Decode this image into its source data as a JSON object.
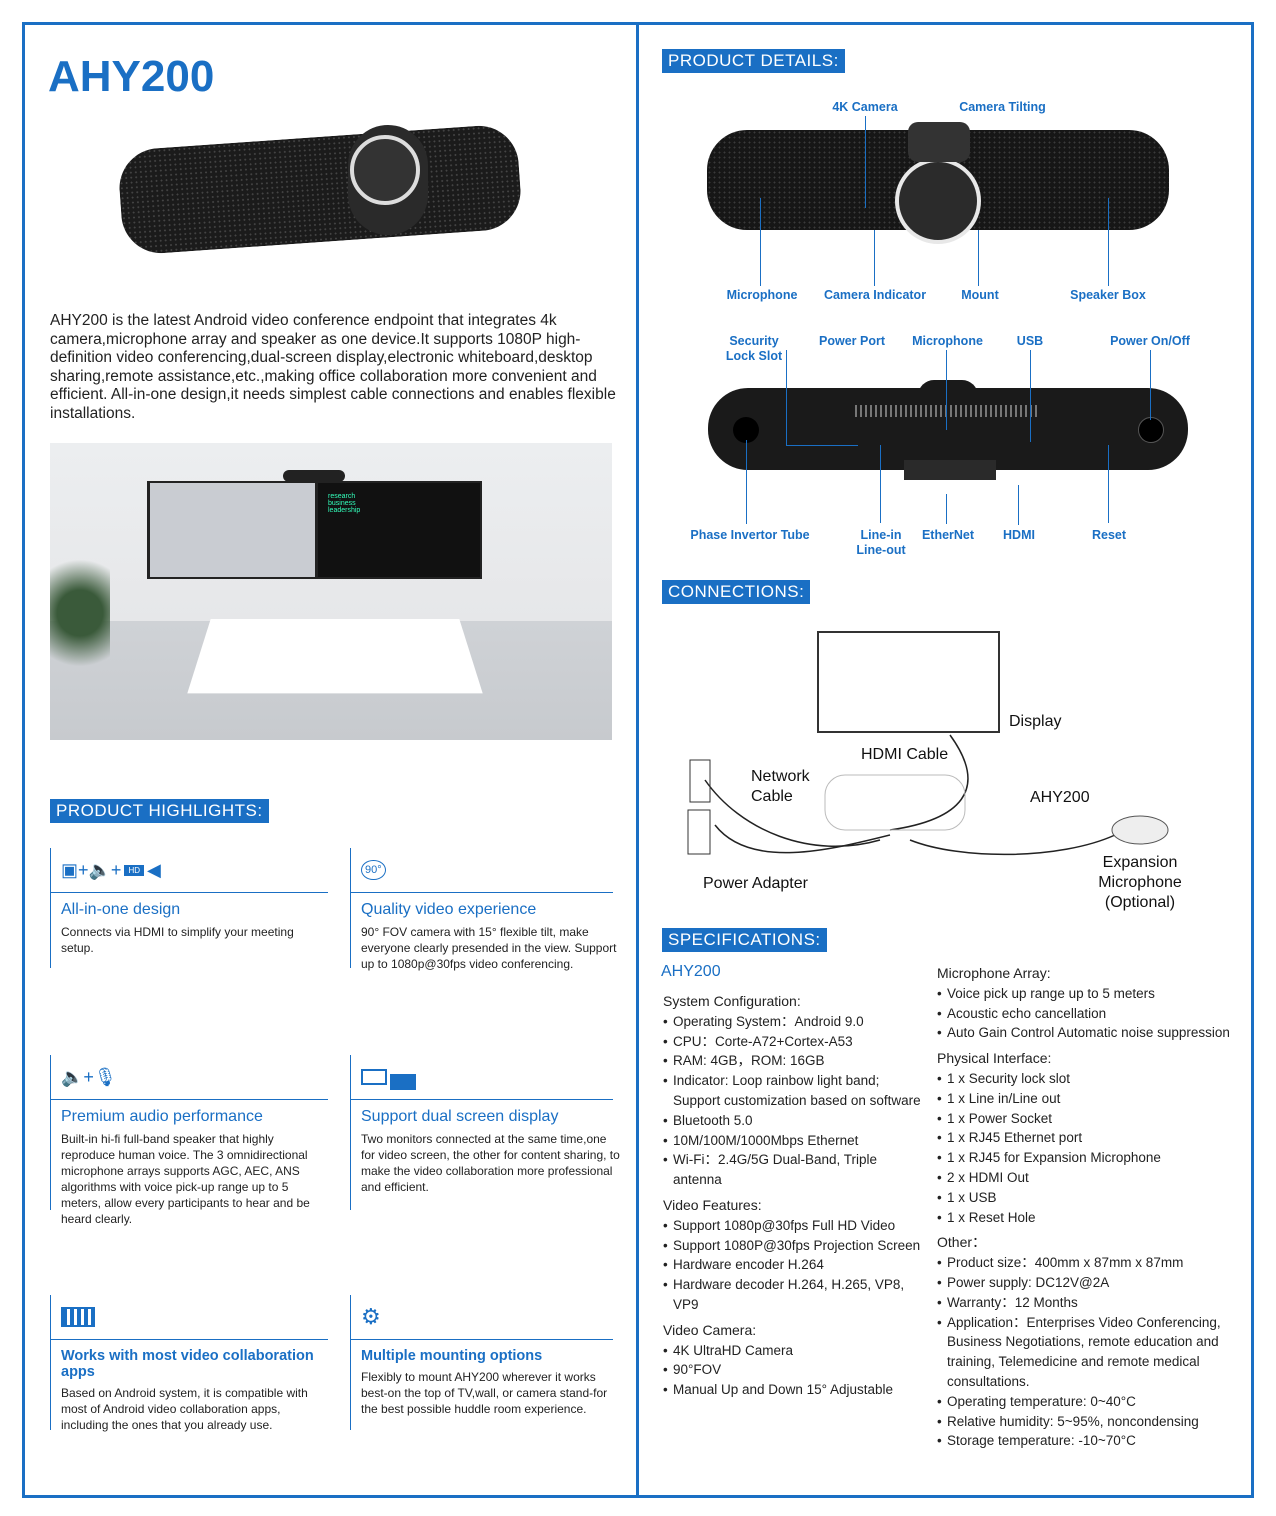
{
  "left": {
    "title": "AHY200",
    "intro": "AHY200 is the latest Android video conference endpoint that integrates 4k camera,microphone array and speaker as one device.It supports 1080P high-definition video conferencing,dual-screen display,electronic whiteboard,desktop sharing,remote assistance,etc.,making office collaboration more convenient and efficient. All-in-one design,it needs simplest cable connections and enables flexible installations.",
    "room_screen_words": [
      "research",
      "business",
      "leadership"
    ],
    "highlights_heading": "PRODUCT HIGHLIGHTS:",
    "highlights": [
      {
        "title": "All-in-one design",
        "text": "Connects via HDMI to simplify your meeting setup.",
        "icon_text": "HD"
      },
      {
        "title": "Quality video experience",
        "text": "90° FOV camera with 15° flexible tilt, make everyone clearly presended in the view. Support up to 1080p@30fps video conferencing.",
        "icon_text": "90°"
      },
      {
        "title": "Premium audio performance",
        "text": "Built-in hi-fi full-band speaker that highly reproduce human voice. The 3 omnidirectional microphone arrays supports AGC, AEC, ANS  algorithms with voice pick-up range up to 5 meters, allow every participants to hear and be heard clearly."
      },
      {
        "title": "Support dual screen display",
        "text": "Two monitors connected at the same time,one for video screen, the other for content sharing, to make the video collaboration more professional and efficient."
      },
      {
        "title": "Works with most video collaboration apps",
        "text": "Based on Android system, it is compatible with most of Android video collaboration apps, including the ones that you already use."
      },
      {
        "title": "Multiple mounting options",
        "text": "Flexibly to mount AHY200 wherever it works best-on the top of TV,wall, or camera stand-for the best possible huddle room experience."
      }
    ]
  },
  "details": {
    "heading": "PRODUCT DETAILS:",
    "front_labels": {
      "camera": "4K Camera",
      "tilting": "Camera Tilting",
      "microphone": "Microphone",
      "indicator": "Camera Indicator",
      "mount": "Mount",
      "speaker": "Speaker Box"
    },
    "back_labels": {
      "lock": "Security Lock Slot",
      "power_port": "Power Port",
      "microphone": "Microphone",
      "usb": "USB",
      "power_onoff": "Power On/Off",
      "phase": "Phase Invertor Tube",
      "line": "Line-in Line-out",
      "ethernet": "EtherNet",
      "hdmi": "HDMI",
      "reset": "Reset"
    }
  },
  "connections": {
    "heading": "CONNECTIONS:",
    "display": "Display",
    "hdmi_cable": "HDMI Cable",
    "network_cable": "Network Cable",
    "device": "AHY200",
    "power_adapter": "Power Adapter",
    "expansion_mic": "Expansion Microphone (Optional)"
  },
  "specs": {
    "heading": "SPECIFICATIONS:",
    "model": "AHY200",
    "col1": [
      {
        "title": "System Configuration:",
        "items": [
          "Operating System：Android 9.0",
          "CPU：Corte-A72+Cortex-A53",
          "RAM: 4GB，ROM: 16GB",
          "Indicator: Loop rainbow light band; Support customization based on software",
          "Bluetooth 5.0",
          "10M/100M/1000Mbps Ethernet",
          "Wi-Fi：2.4G/5G Dual-Band, Triple antenna"
        ]
      },
      {
        "title": "Video Features:",
        "items": [
          "Support 1080p@30fps Full HD Video",
          "Support 1080P@30fps Projection Screen",
          "Hardware encoder H.264",
          "Hardware decoder H.264, H.265, VP8, VP9"
        ]
      },
      {
        "title": "Video Camera:",
        "items": [
          "4K UltraHD Camera",
          "90°FOV",
          "Manual  Up and Down 15° Adjustable"
        ]
      }
    ],
    "col2": [
      {
        "title": "Microphone Array:",
        "items": [
          "Voice pick up range up to 5 meters",
          "Acoustic echo cancellation",
          "Auto Gain Control Automatic noise suppression"
        ]
      },
      {
        "title": "Physical Interface:",
        "items": [
          "1 x Security lock slot",
          "1 x Line in/Line out",
          "1 x Power Socket",
          "1 x RJ45 Ethernet port",
          "1 x RJ45 for Expansion Microphone",
          "2 x HDMI  Out",
          "1 x USB",
          "1 x Reset Hole"
        ]
      },
      {
        "title": "Other：",
        "items": [
          "Product size：400mm x 87mm x 87mm",
          "Power supply: DC12V@2A",
          "Warranty：12 Months",
          "Application：Enterprises Video Conferencing, Business Negotiations, remote education and training, Telemedicine and remote medical consultations.",
          "Operating temperature:  0~40°C",
          "Relative humidity: 5~95%, noncondensing",
          "Storage temperature: -10~70°C"
        ]
      }
    ]
  }
}
